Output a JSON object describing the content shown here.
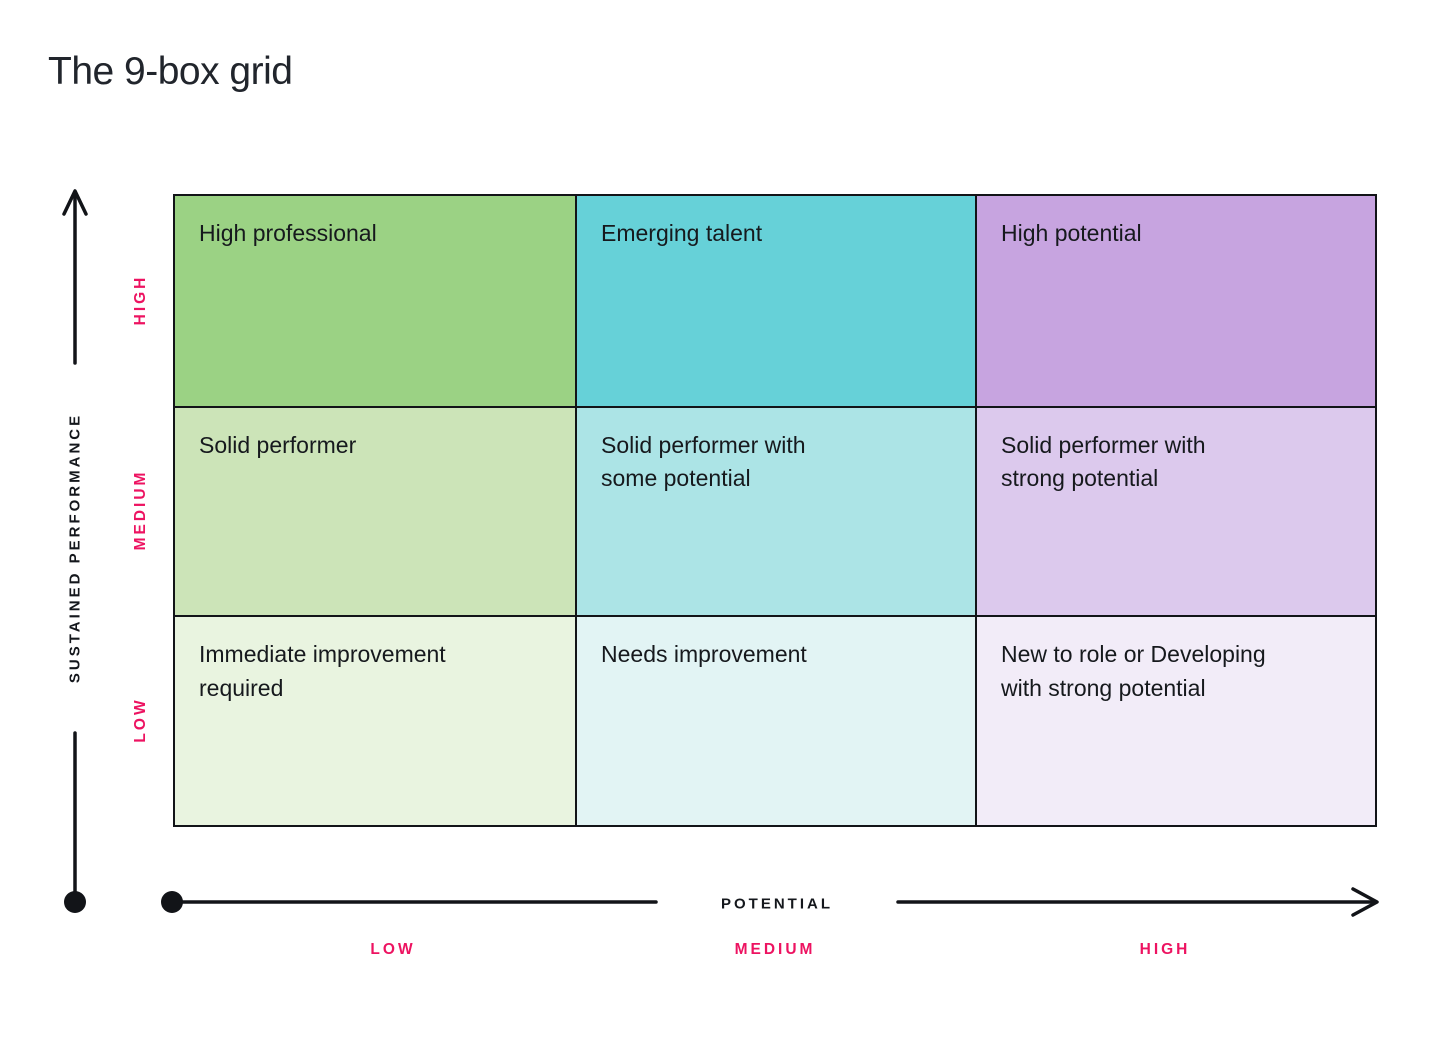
{
  "title": "The 9-box grid",
  "y_axis": {
    "label": "SUSTAINED PERFORMANCE",
    "ticks": [
      "HIGH",
      "MEDIUM",
      "LOW"
    ]
  },
  "x_axis": {
    "label": "POTENTIAL",
    "ticks": [
      "LOW",
      "MEDIUM",
      "HIGH"
    ]
  },
  "grid": {
    "rows": [
      {
        "cells": [
          {
            "label": "High professional",
            "color": "#9bd284"
          },
          {
            "label": "Emerging talent",
            "color": "#66d1d8"
          },
          {
            "label": "High potential",
            "color": "#c7a4e0"
          }
        ]
      },
      {
        "cells": [
          {
            "label": "Solid performer",
            "color": "#cce4b8"
          },
          {
            "label": "Solid performer with\nsome potential",
            "color": "#ace4e6"
          },
          {
            "label": "Solid performer with\nstrong potential",
            "color": "#dcc9ed"
          }
        ]
      },
      {
        "cells": [
          {
            "label": "Immediate improvement\nrequired",
            "color": "#e9f4e0"
          },
          {
            "label": "Needs improvement",
            "color": "#e2f4f4"
          },
          {
            "label": "New to role or Developing\nwith strong potential",
            "color": "#f2ecf8"
          }
        ]
      }
    ]
  },
  "colors": {
    "accent_pink": "#ed1361",
    "axis_black": "#121418",
    "cell_text": "#16191d"
  }
}
